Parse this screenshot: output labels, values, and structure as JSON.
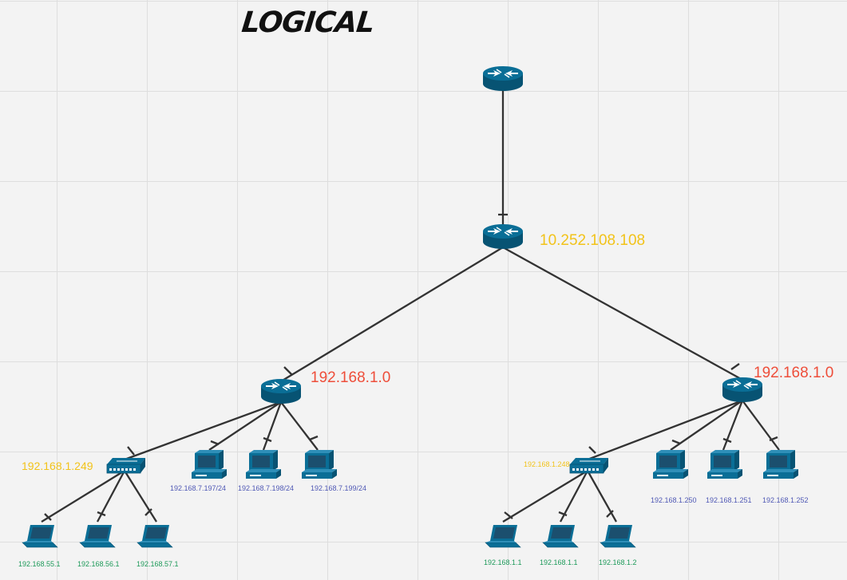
{
  "title": "LOGICAL",
  "colors": {
    "device": "#0a6e96",
    "device_dark": "#075373",
    "link": "#333333",
    "label_yellow": "#f2c31a",
    "label_red": "#ee4e3a",
    "label_blue": "#4f58b5",
    "label_green": "#1e9a5a"
  },
  "labels": {
    "core_router": "10.252.108.108",
    "left_router": "192.168.1.0",
    "right_router": "192.168.1.0",
    "left_switch": "192.168.1.249",
    "right_switch": "192.168.1.248",
    "left_pcs": [
      "192.168.7.197/24",
      "192.168.7.198/24",
      "192.168.7.199/24"
    ],
    "left_laptops": [
      "192.168.55.1",
      "192.168.56.1",
      "192.168.57.1"
    ],
    "right_pcs": [
      "192.168.1.250",
      "192.168.1.251",
      "192.168.1.252"
    ],
    "right_laptops": [
      "192.168.1.1",
      "192.168.1.1",
      "192.168.1.2"
    ]
  },
  "devices": [
    {
      "id": "top-router",
      "type": "router-icon"
    },
    {
      "id": "core-router",
      "type": "router-icon"
    },
    {
      "id": "left-router",
      "type": "router-icon"
    },
    {
      "id": "right-router",
      "type": "router-icon"
    },
    {
      "id": "left-switch",
      "type": "switch-icon"
    },
    {
      "id": "right-switch",
      "type": "switch-icon"
    },
    {
      "id": "left-pc",
      "type": "desktop-pc-icon",
      "count": 3
    },
    {
      "id": "left-laptop",
      "type": "laptop-icon",
      "count": 3
    },
    {
      "id": "right-pc",
      "type": "desktop-pc-icon",
      "count": 3
    },
    {
      "id": "right-laptop",
      "type": "laptop-icon",
      "count": 3
    }
  ]
}
